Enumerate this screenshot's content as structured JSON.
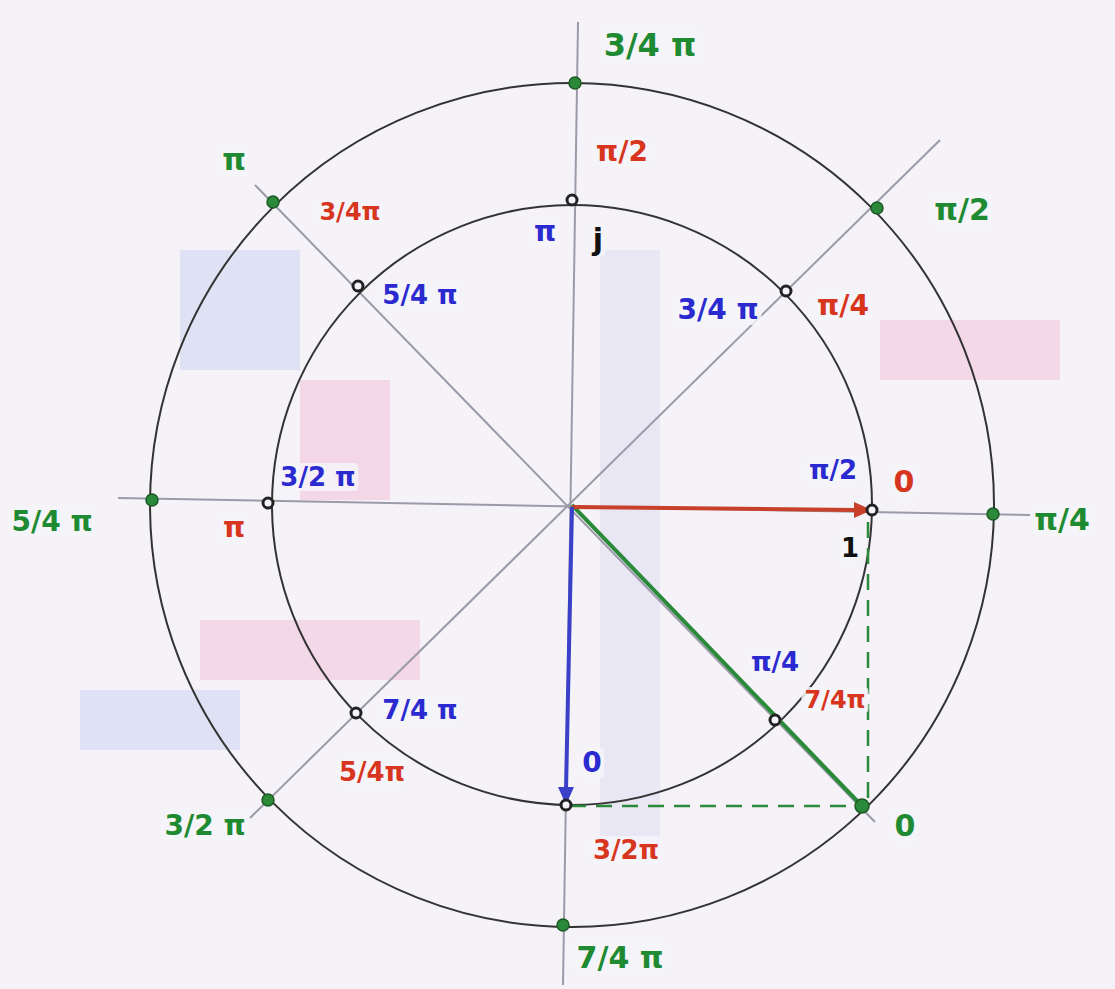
{
  "diagram": {
    "labels": [
      "3/4 π",
      "π/2",
      "π/4",
      "0",
      "7/4 π",
      "3/2 π",
      "5/4 π",
      "π",
      "π/2",
      "π/4",
      "0",
      "7/4π",
      "3/2π",
      "5/4π",
      "π",
      "3/4π",
      "π",
      "3/4 π",
      "π/2",
      "π/4",
      "0",
      "7/4 π",
      "3/2 π",
      "5/4 π",
      "j",
      "1"
    ]
  }
}
